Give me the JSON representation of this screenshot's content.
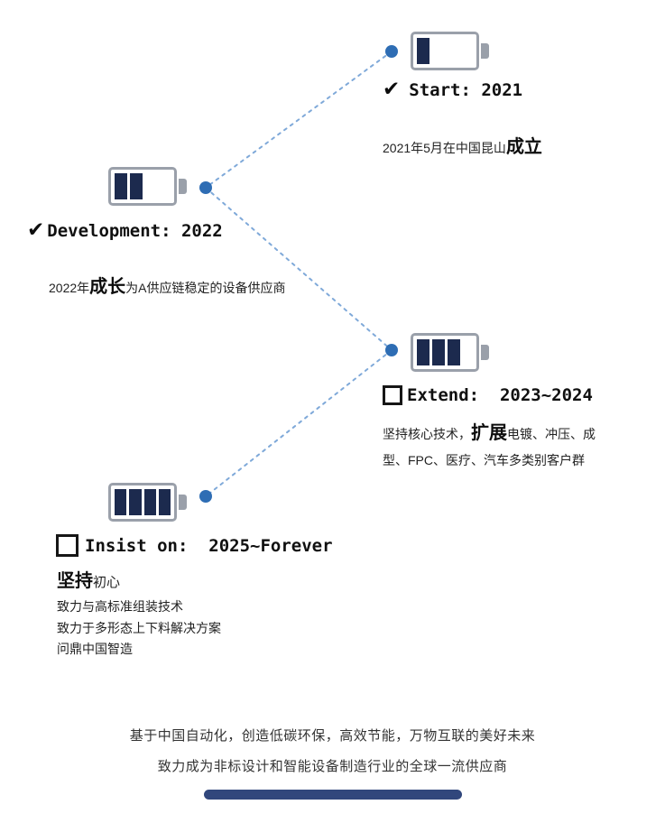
{
  "check_glyph": "✔",
  "milestones": {
    "start": {
      "title": "Start: 2021",
      "desc_prefix": "2021年5月在中国昆山",
      "desc_highlight": "成立",
      "desc_suffix": "",
      "bars": 1
    },
    "development": {
      "title": "Development: 2022",
      "desc_prefix": "2022年",
      "desc_highlight": "成长",
      "desc_suffix": "为A供应链稳定的设备供应商",
      "bars": 2
    },
    "extend": {
      "title": "Extend:  2023~2024",
      "desc_prefix": "坚持核心技术，",
      "desc_highlight": "扩展",
      "desc_suffix": "电镀、冲压、成型、FPC、医疗、汽车多类别客户群",
      "bars": 3
    },
    "insist": {
      "title": "Insist on:  2025~Forever",
      "headline_highlight": "坚持",
      "headline_rest": "初心",
      "line1": "致力与高标准组装技术",
      "line2": "致力于多形态上下料解决方案",
      "line3": "问鼎中国智造",
      "bars": 4
    }
  },
  "footer": {
    "line1": "基于中国自动化，创造低碳环保，高效节能，万物互联的美好未来",
    "line2": "致力成为非标设计和智能设备制造行业的全球一流供应商"
  },
  "colors": {
    "dot": "#2e6db4",
    "connector": "#7fa9d9",
    "battery_outline": "#9aa0aa",
    "battery_bar": "#1c2a4e",
    "footer_bar": "#31477c"
  }
}
